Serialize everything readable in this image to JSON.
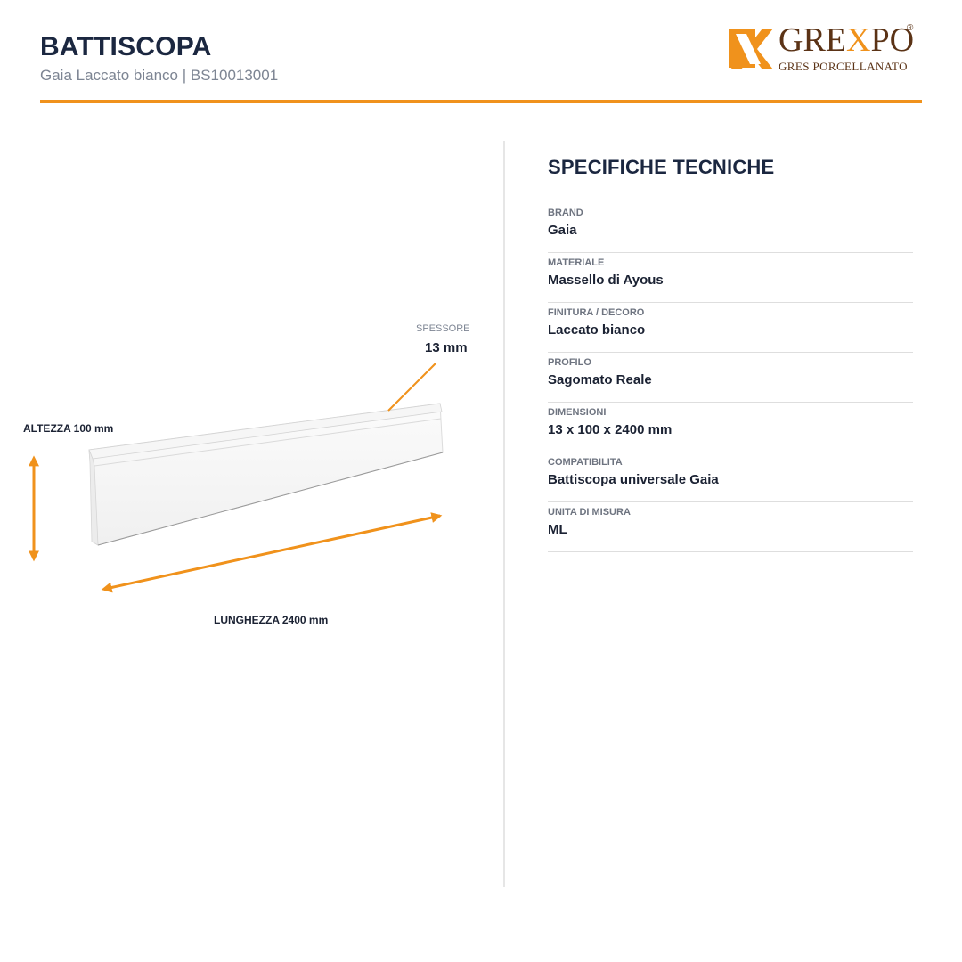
{
  "header": {
    "title": "BATTISCOPA",
    "subtitle": "Gaia Laccato bianco | BS10013001"
  },
  "logo": {
    "word_part1": "GRE",
    "word_x": "X",
    "word_part2": "PO",
    "registered": "®",
    "tagline": "GRES PORCELLANATO",
    "colors": {
      "orange": "#f0921c",
      "brown": "#5b3316"
    }
  },
  "drawing": {
    "thickness_label": "SPESSORE",
    "thickness_value": "13 mm",
    "height_label": "ALTEZZA  100 mm",
    "length_label": "LUNGHEZZA  2400 mm",
    "arrow_color": "#f0921c"
  },
  "specs": {
    "title": "SPECIFICHE TECNICHE",
    "rows": [
      {
        "label": "BRAND",
        "value": "Gaia"
      },
      {
        "label": "MATERIALE",
        "value": "Massello di Ayous"
      },
      {
        "label": "FINITURA / DECORO",
        "value": "Laccato bianco"
      },
      {
        "label": "PROFILO",
        "value": "Sagomato Reale"
      },
      {
        "label": "DIMENSIONI",
        "value": "13 x 100 x 2400 mm"
      },
      {
        "label": "COMPATIBILITA",
        "value": "Battiscopa universale Gaia"
      },
      {
        "label": "UNITA DI MISURA",
        "value": "ML"
      }
    ]
  }
}
